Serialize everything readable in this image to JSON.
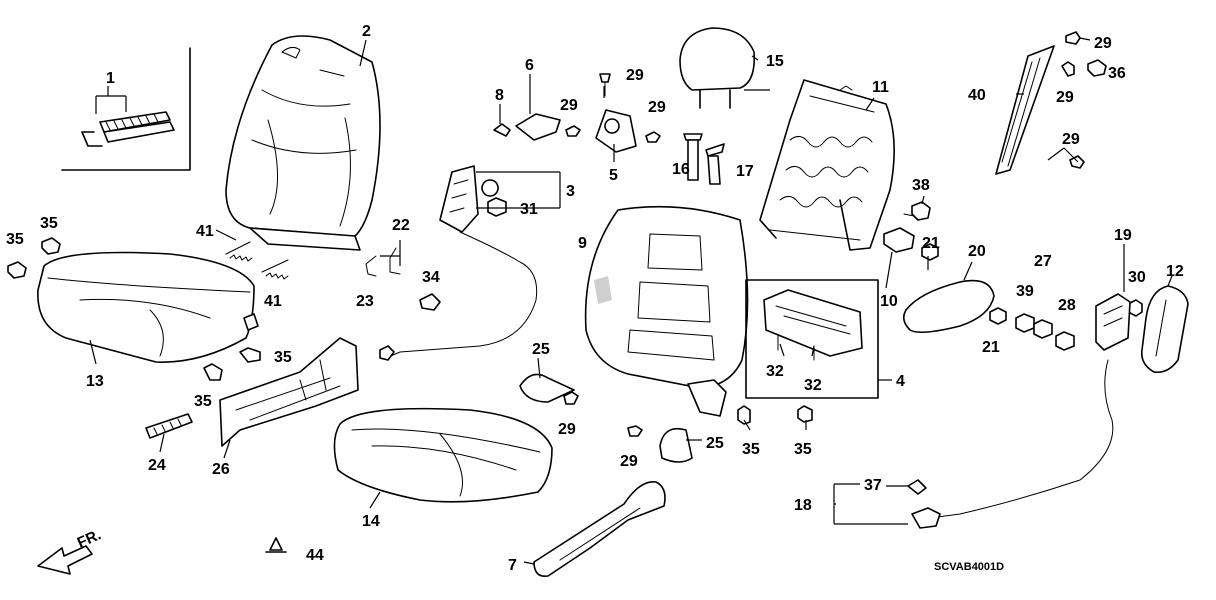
{
  "diagram": {
    "reference_code": "SCVAB4001D",
    "direction_label": "FR.",
    "callouts": {
      "c1": "1",
      "c2": "2",
      "c3": "3",
      "c4": "4",
      "c5": "5",
      "c6": "6",
      "c7": "7",
      "c8": "8",
      "c9": "9",
      "c10": "10",
      "c11": "11",
      "c12": "12",
      "c13": "13",
      "c14": "14",
      "c15": "15",
      "c16": "16",
      "c17": "17",
      "c18": "18",
      "c19": "19",
      "c20": "20",
      "c21": "21",
      "c22": "22",
      "c23": "23",
      "c24": "24",
      "c25": "25",
      "c26": "26",
      "c27": "27",
      "c28": "28",
      "c29": "29",
      "c30": "30",
      "c31": "31",
      "c32": "32",
      "c34": "34",
      "c35": "35",
      "c36": "36",
      "c37": "37",
      "c38": "38",
      "c39": "39",
      "c40": "40",
      "c41": "41",
      "c44": "44"
    }
  }
}
